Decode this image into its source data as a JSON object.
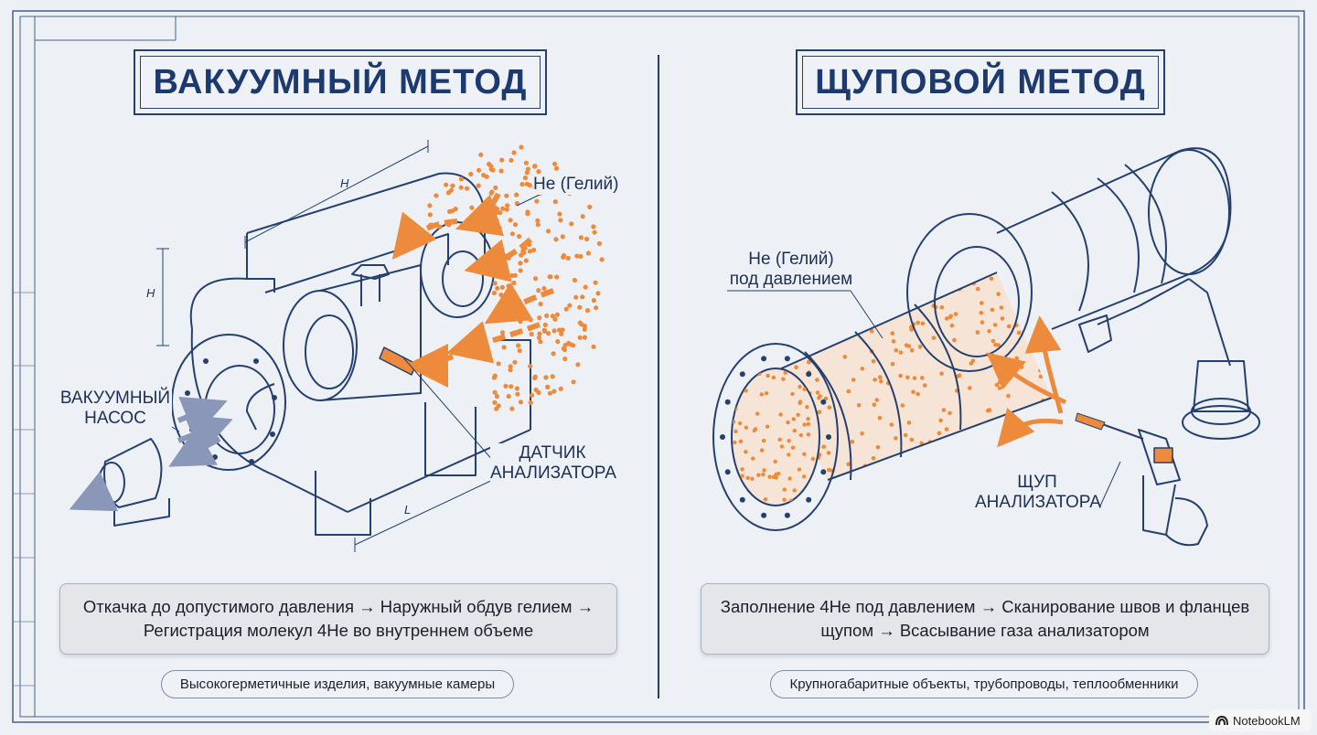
{
  "left": {
    "title": "ВАКУУМНЫЙ МЕТОД",
    "dim_h_top": "H",
    "dim_h_side": "H",
    "dim_l": "L",
    "label_helium": "He (Гелий)",
    "label_pump": "ВАКУУМНЫЙ\nНАСОС",
    "label_sensor": "ДАТЧИК\nАНАЛИЗАТОРА",
    "description": "Откачка до допустимого давления → Наружный обдув гелием → Регистрация молекул 4He во внутреннем объеме",
    "application": "Высокогерметичные изделия, вакуумные камеры"
  },
  "right": {
    "title": "ЩУПОВОЙ МЕТОД",
    "label_helium": "He (Гелий)\nпод давлением",
    "label_probe": "ЩУП\nАНАЛИЗАТОРА",
    "description": "Заполнение 4He под давлением → Сканирование швов и фланцев щупом → Всасывание газа анализатором",
    "application": "Крупногабаритные объекты, трубопроводы, теплообменники"
  },
  "watermark": "NotebookLM",
  "colors": {
    "ink": "#25406f",
    "helium": "#ee8a3c",
    "paper": "#edf1f6"
  }
}
